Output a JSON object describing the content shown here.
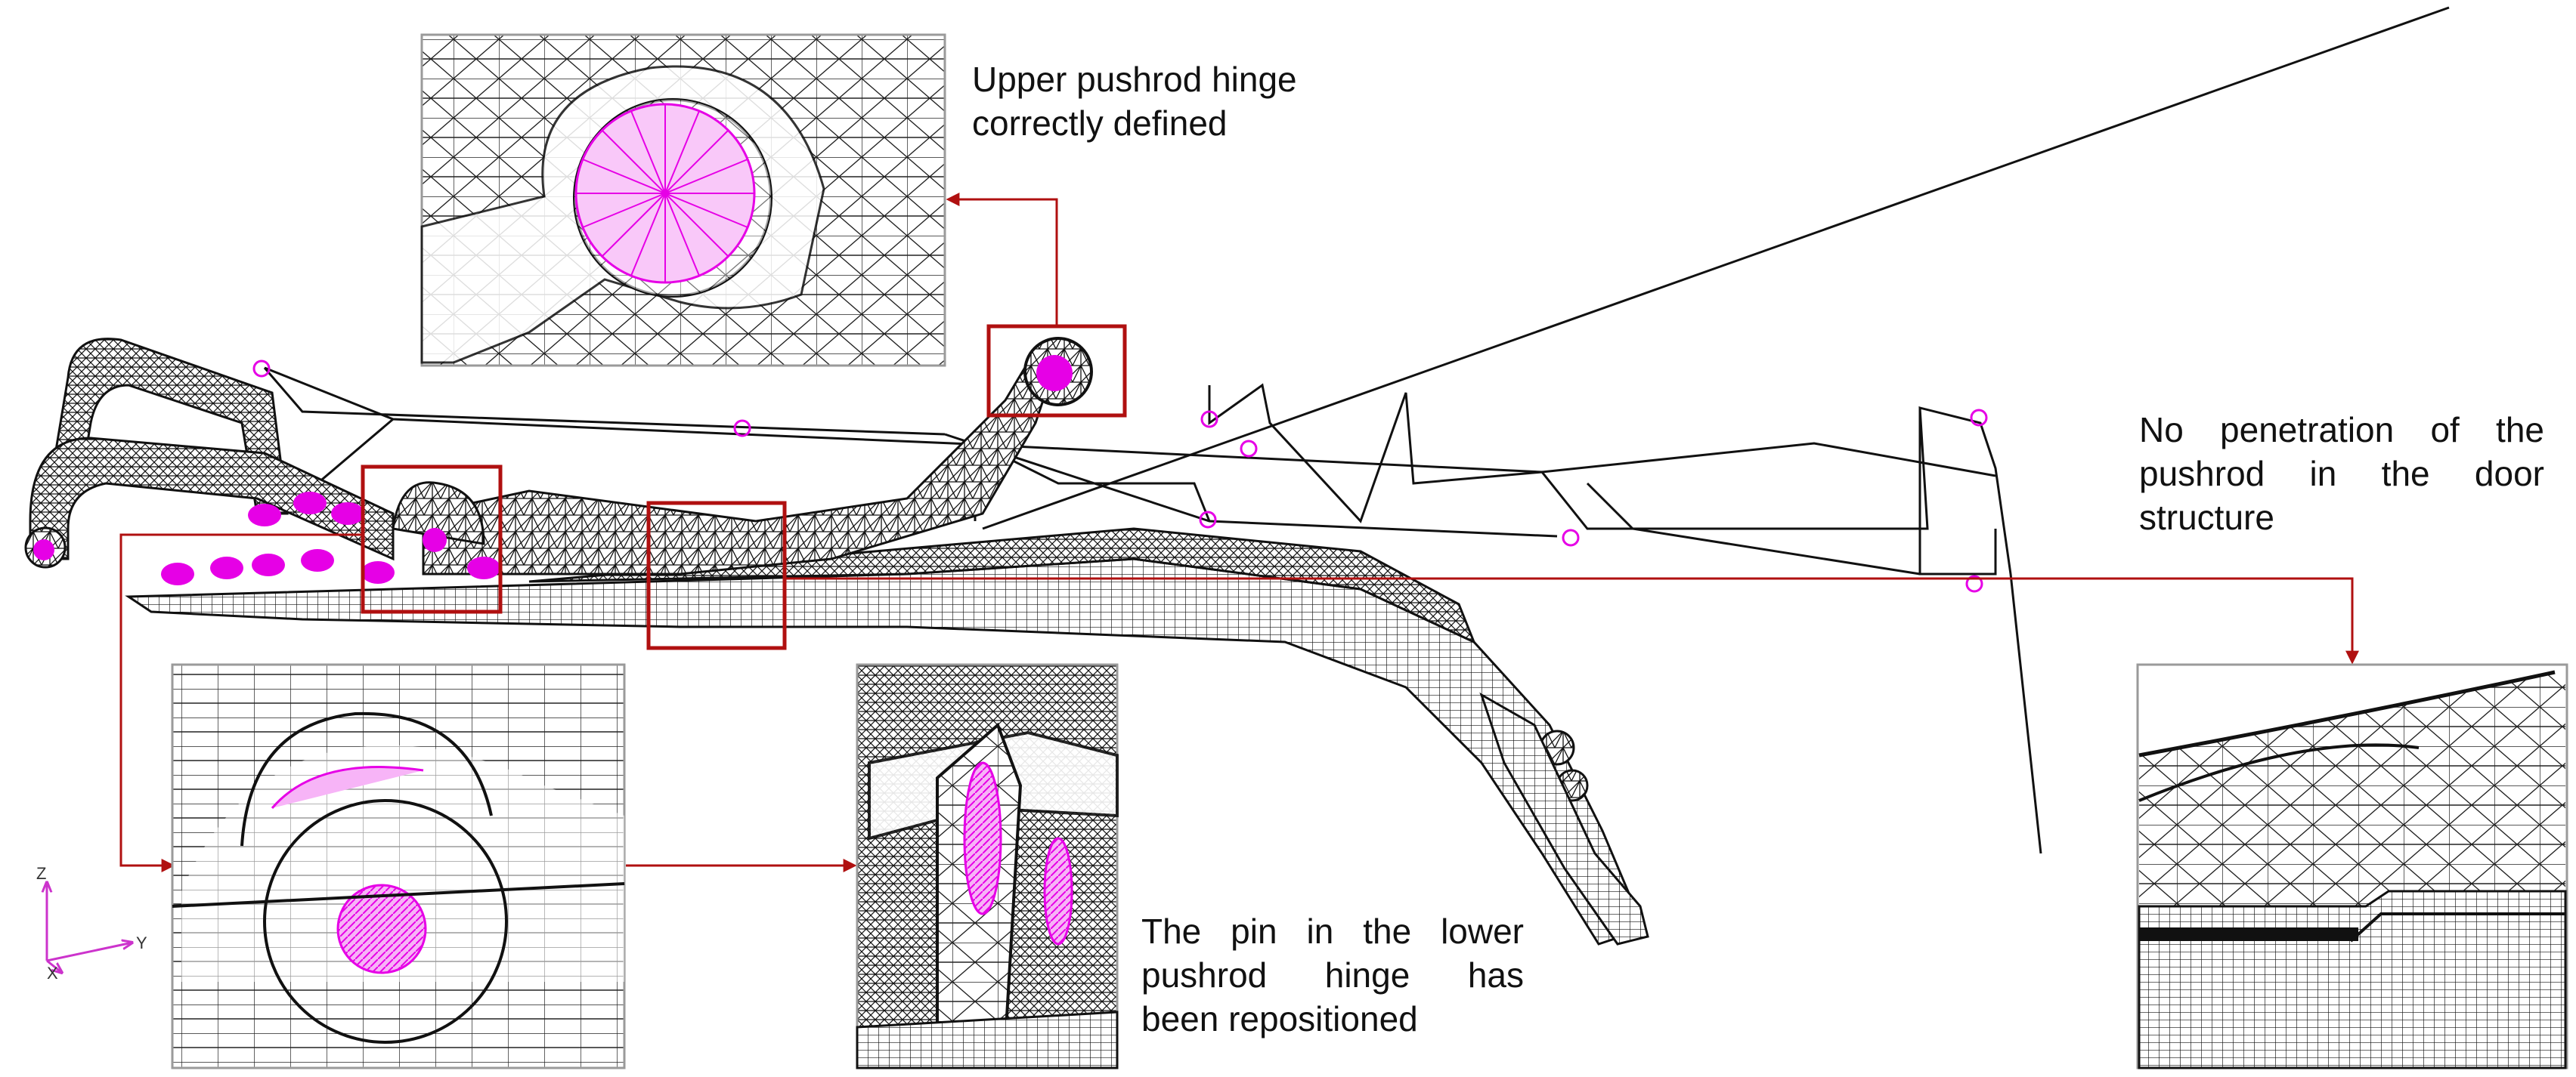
{
  "colors": {
    "mesh": "#111111",
    "pin": "#e600e6",
    "marker": "#b01010",
    "inset_border": "#9a9a9a",
    "coord_axis": "#cc33cc"
  },
  "callouts": {
    "upper_hinge": [
      "Upper pushrod hinge",
      "correctly defined"
    ],
    "no_penetration": [
      "No penetration of the",
      "pushrod in the door",
      "structure"
    ],
    "lower_pin": [
      "The pin in the lower",
      "pushrod hinge has",
      "been repositioned"
    ]
  },
  "axes": {
    "z": "Z",
    "y": "Y",
    "x": "X"
  }
}
